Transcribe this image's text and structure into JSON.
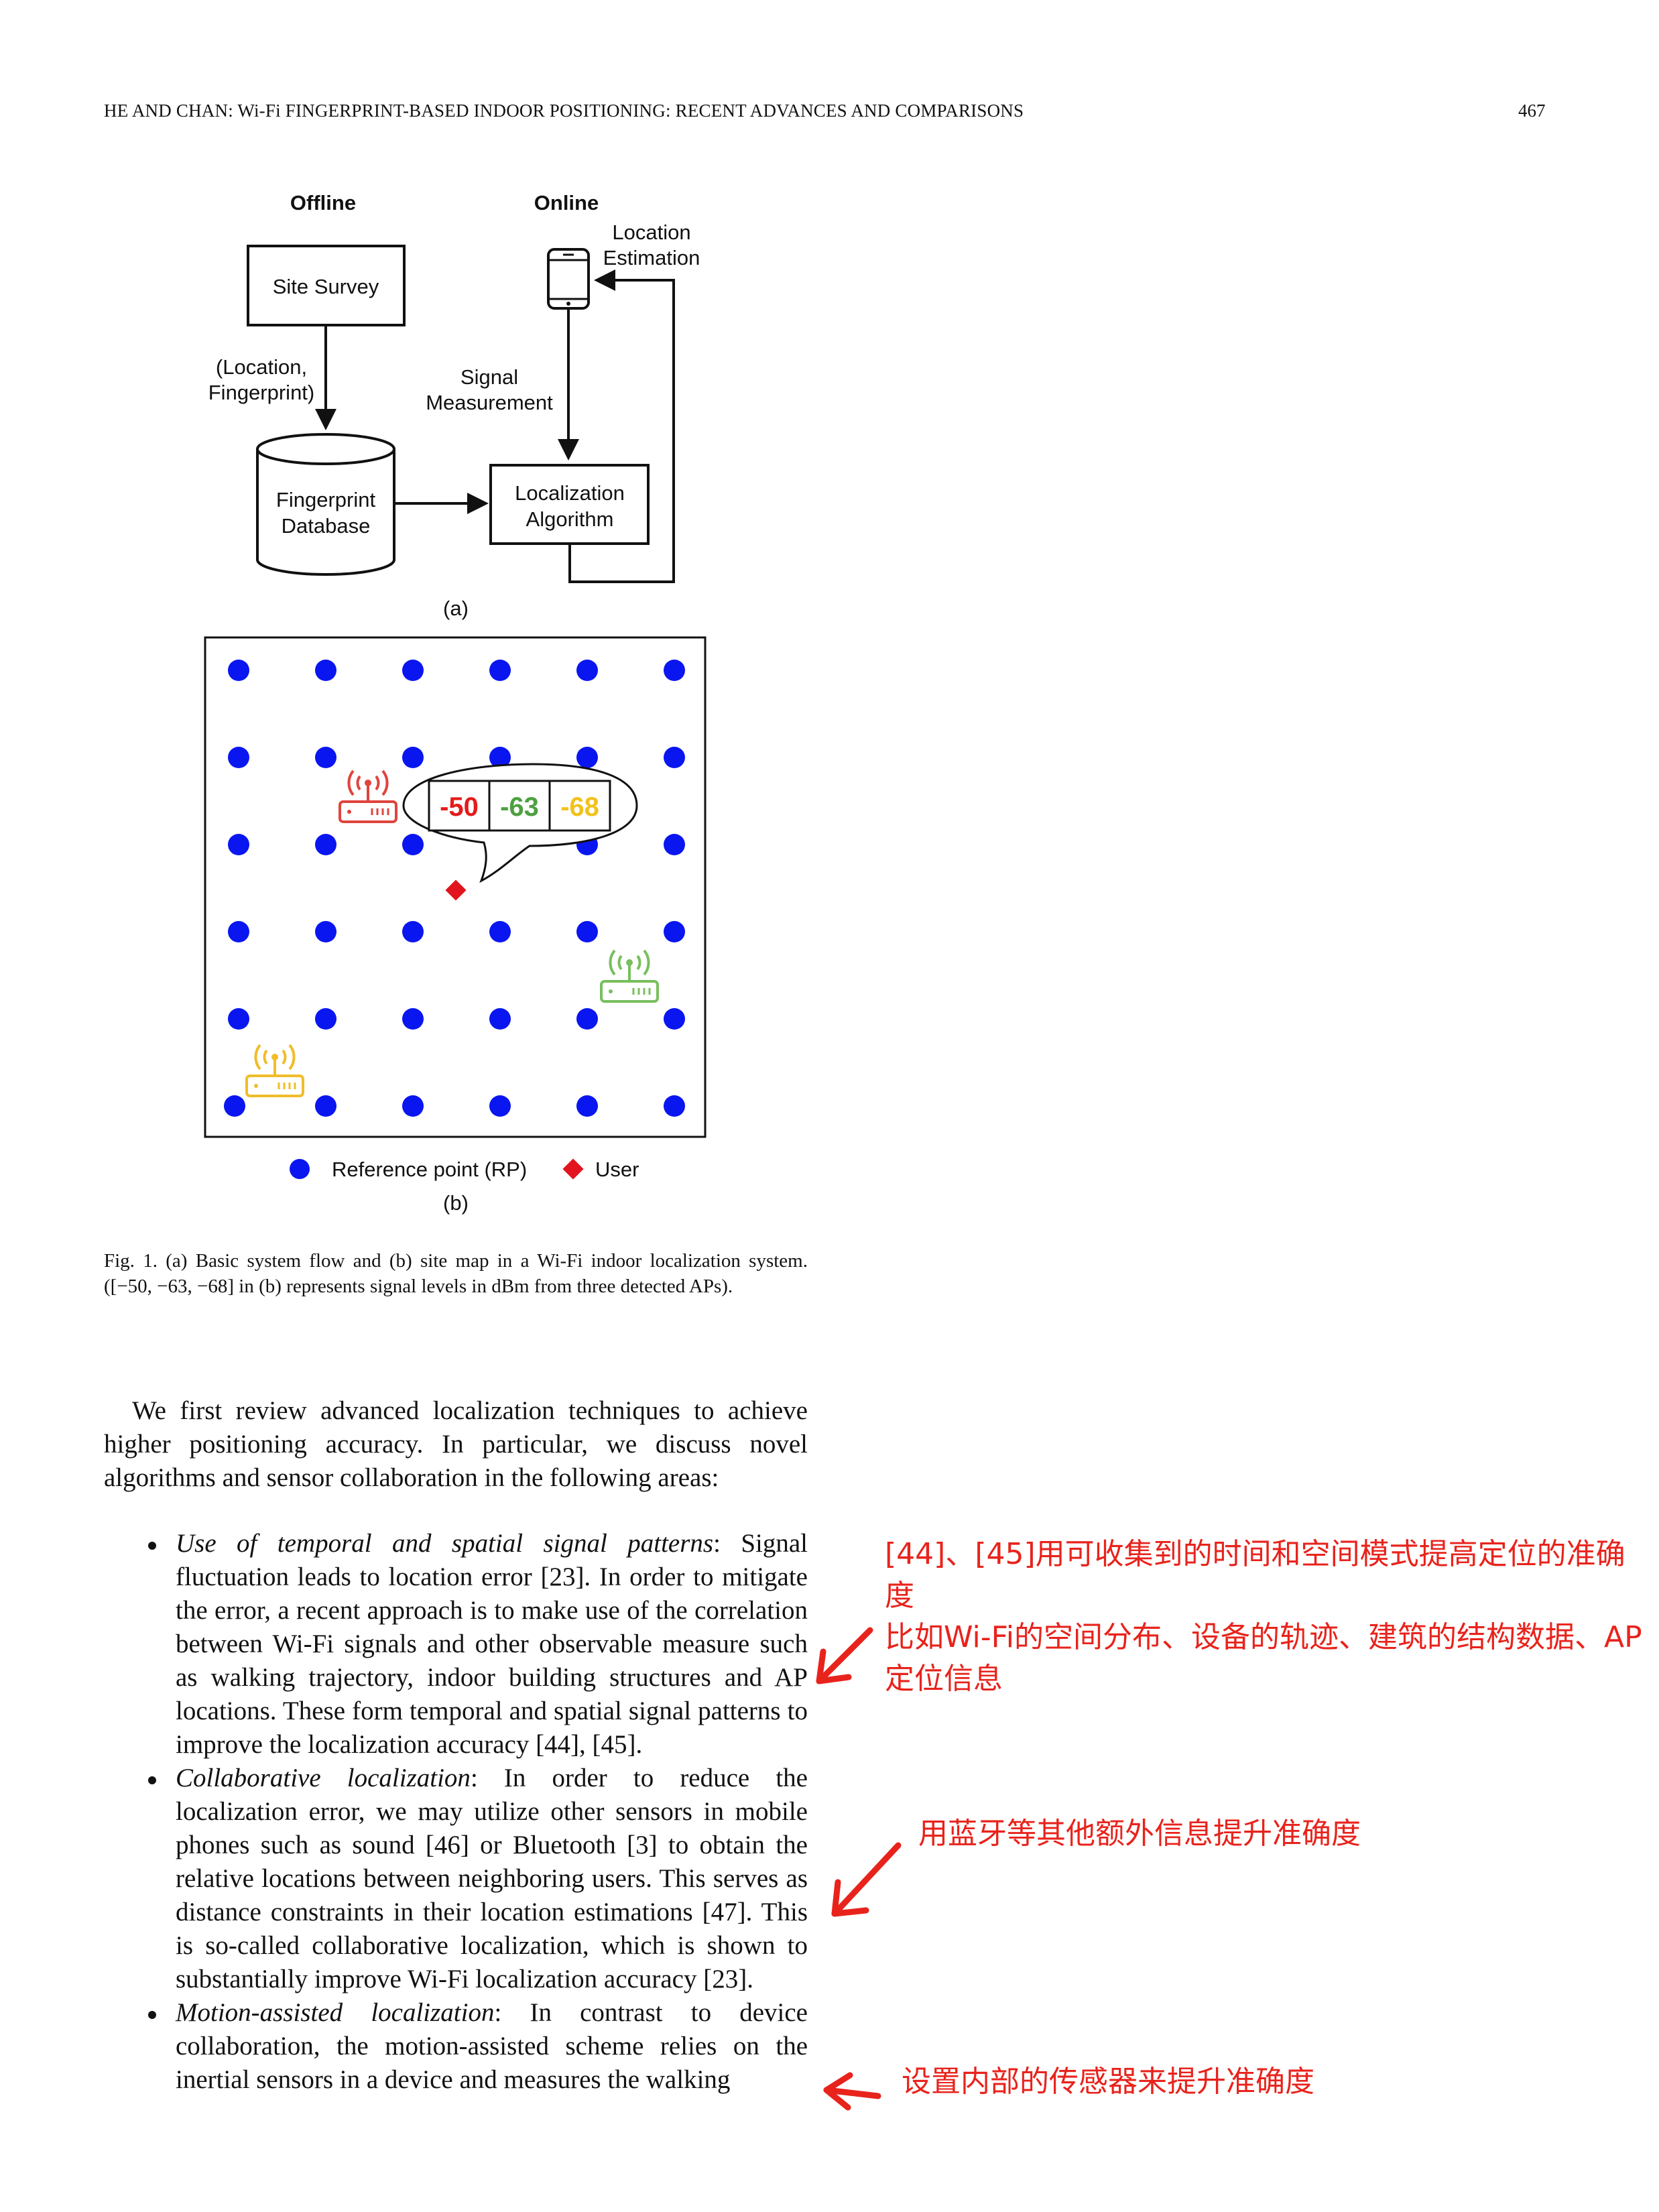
{
  "header": {
    "running_title": "HE AND CHAN: Wi-Fi FINGERPRINT-BASED INDOOR POSITIONING: RECENT ADVANCES AND COMPARISONS",
    "page_number": "467"
  },
  "figure_a": {
    "offline_heading": "Offline",
    "online_heading": "Online",
    "site_survey": "Site Survey",
    "location_fingerprint": [
      "(Location,",
      "Fingerprint)"
    ],
    "fingerprint_database": [
      "Fingerprint",
      "Database"
    ],
    "signal_measurement": [
      "Signal",
      "Measurement"
    ],
    "localization_algorithm": [
      "Localization",
      "Algorithm"
    ],
    "location_estimation": [
      "Location",
      "Estimation"
    ],
    "label": "(a)"
  },
  "figure_b": {
    "signal_levels": [
      "-50",
      "-63",
      "-68"
    ],
    "signal_colors": [
      "#e41b1b",
      "#4da040",
      "#f2c21b"
    ],
    "ap_colors": [
      "#e0443e",
      "#78bf5e",
      "#f0bd2a"
    ],
    "rp_color": "#0a16f0",
    "user_color": "#e2141d",
    "legend_rp": "Reference point (RP)",
    "legend_user": "User",
    "label": "(b)"
  },
  "caption": "Fig.  1.  (a) Basic system flow and (b) site map in a Wi-Fi indoor localization system. ([−50, −63, −68] in (b) represents signal levels in dBm from three detected APs).",
  "paragraph": "We first review advanced localization techniques to achieve higher positioning accuracy. In particular, we discuss novel algorithms and sensor collaboration in the following areas:",
  "bullets": [
    {
      "title": "Use of temporal and spatial signal patterns",
      "text": ": Signal fluctuation leads to location error [23]. In order to mitigate the error, a recent approach is to make use of the correlation between Wi-Fi signals and other observable measure such as walking trajectory, indoor building structures and AP locations. These form temporal and spatial signal patterns to improve the localization accuracy [44], [45]."
    },
    {
      "title": "Collaborative localization",
      "text": ": In order to reduce the localization error, we may utilize other sensors in mobile phones such as sound [46] or Bluetooth [3] to obtain the relative locations between neighboring users. This serves as distance constraints in their location estimations [47]. This is so-called collaborative localization, which is shown to substantially improve Wi-Fi localization accuracy [23]."
    },
    {
      "title": "Motion-assisted localization",
      "text": ": In contrast to device collaboration, the motion-assisted scheme relies on the inertial sensors in a device and measures the walking"
    }
  ],
  "annotations": {
    "note1": "[44]、[45]用可收集到的时间和空间模式提高定位的准确度",
    "note2": "比如Wi-Fi的空间分布、设备的轨迹、建筑的结构数据、AP定位信息",
    "note3": "用蓝牙等其他额外信息提升准确度",
    "note4": "设置内部的传感器来提升准确度",
    "ink_color": "#e8231c"
  }
}
